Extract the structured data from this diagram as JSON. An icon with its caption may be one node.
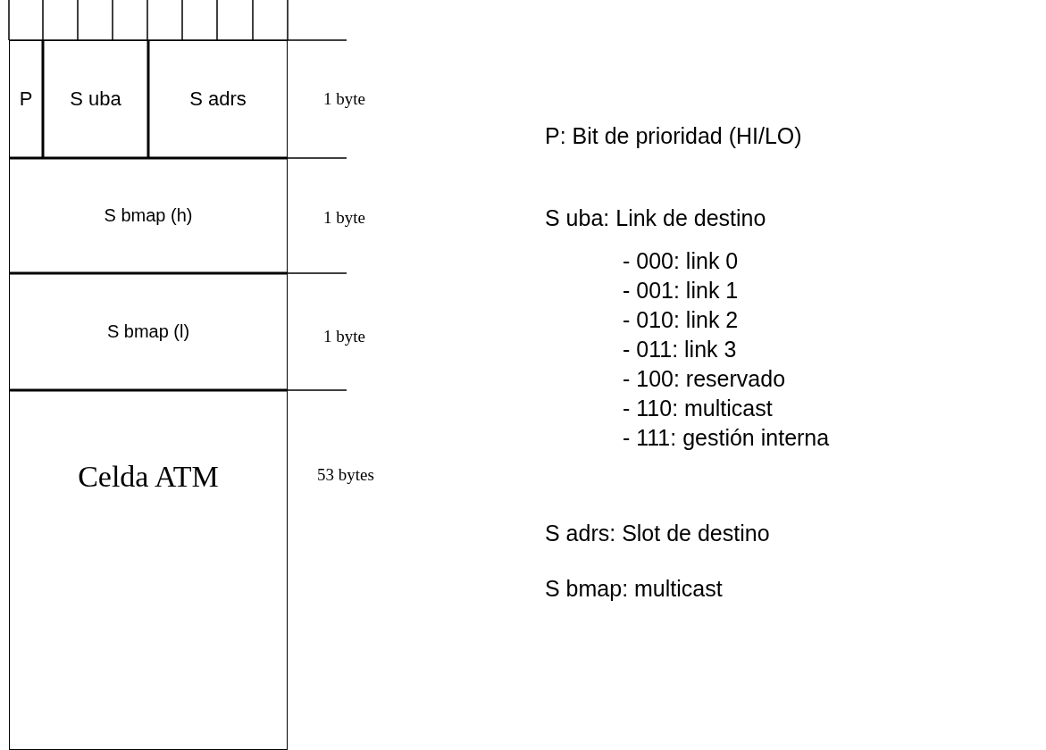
{
  "diagram": {
    "nodes": [
      {
        "text": [
          "P"
        ]
      },
      {
        "text": [
          "S uba"
        ]
      },
      {
        "text": [
          "S adrs"
        ]
      },
      {
        "text": [
          "S bmap (h)"
        ]
      },
      {
        "text": [
          "S bmap (l)"
        ]
      },
      {
        "text": [
          "Celda ATM"
        ]
      }
    ],
    "labels": [
      "1 byte",
      "1 byte",
      "1 byte",
      "53 bytes",
      "P: Bit de prioridad (HI/LO)",
      "S uba: Link de destino",
      "- 000: link 0",
      "- 001: link 1",
      "- 010: link 2",
      "- 011: link 3",
      "- 100: reservado",
      "- 110: multicast",
      "- 111: gestión interna",
      "S adrs: Slot de destino",
      "S bmap: multicast"
    ]
  }
}
